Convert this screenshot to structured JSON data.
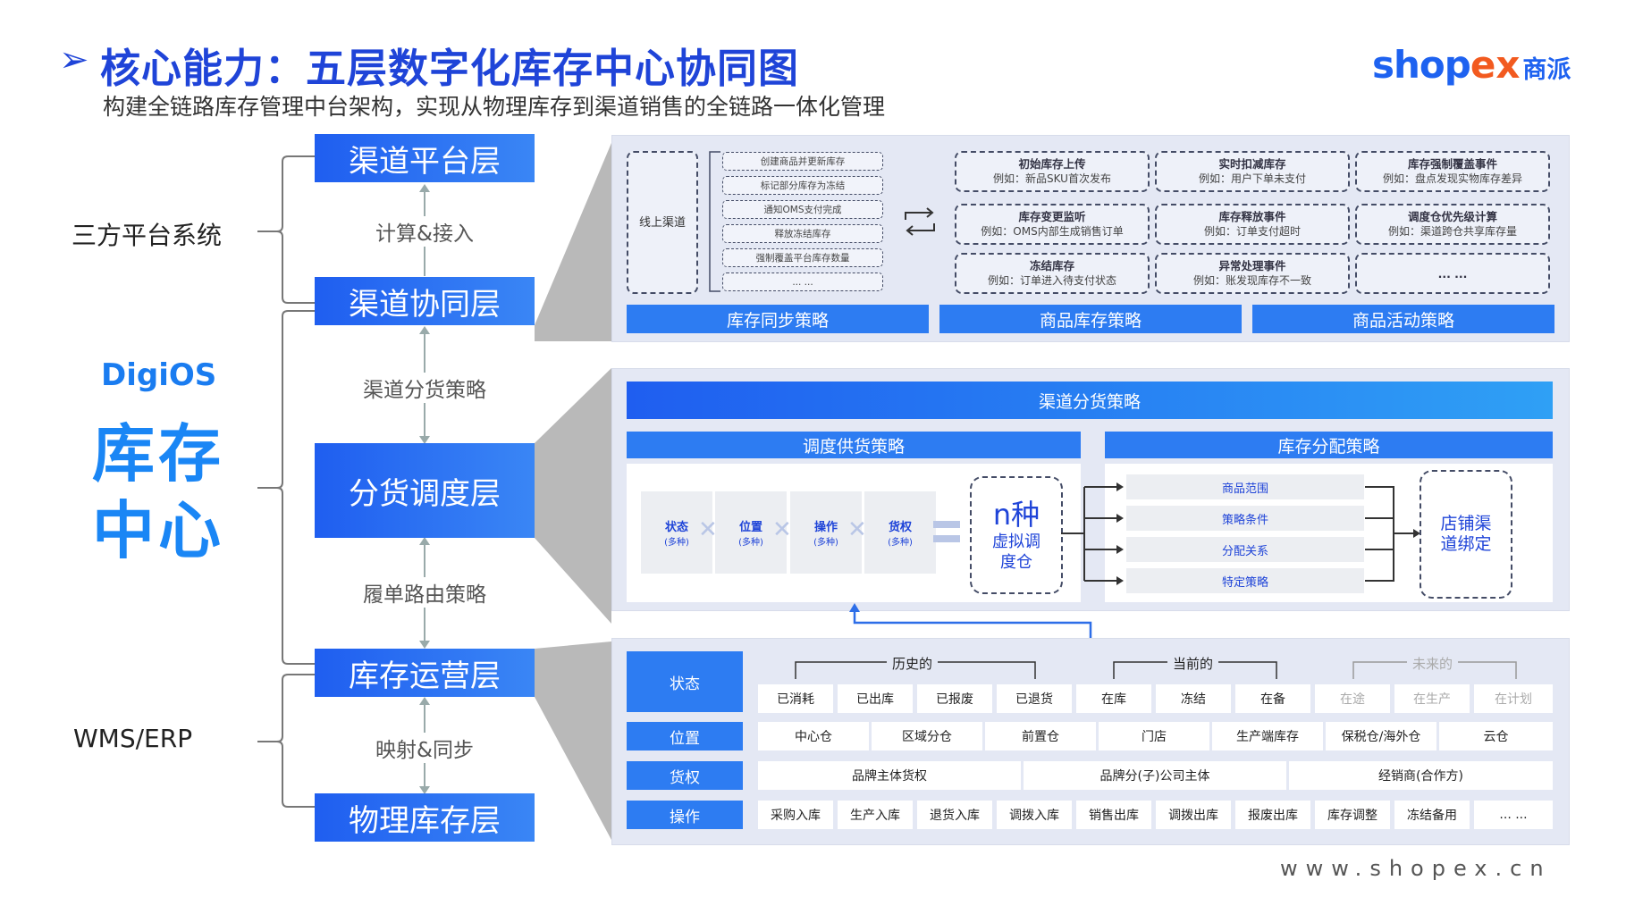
{
  "header": {
    "title": "核心能力：五层数字化库存中心协同图",
    "subtitle": "构建全链路库存管理中台架构，实现从物理库存到渠道销售的全链路一体化管理",
    "logo": {
      "part1": "shop",
      "part2": "ex",
      "part3": "商派"
    }
  },
  "left": {
    "top_label": "三方平台系统",
    "bottom_label": "WMS/ERP",
    "brand": "DigiOS",
    "center_title_line1": "库存",
    "center_title_line2": "中心"
  },
  "layers": {
    "l1": "渠道平台层",
    "l2": "渠道协同层",
    "l3": "分货调度层",
    "l4": "库存运营层",
    "l5": "物理库存层"
  },
  "connectors": {
    "c1": "计算&接入",
    "c2": "渠道分货策略",
    "c3": "履单路由策略",
    "c4": "映射&同步"
  },
  "panel1": {
    "online_channel": "线上渠道",
    "actions": [
      "创建商品并更新库存",
      "标记部分库存为冻结",
      "通知OMS支付完成",
      "释放冻结库存",
      "强制覆盖平台库存数量",
      "... ..."
    ],
    "events": [
      {
        "title": "初始库存上传",
        "sub": "例如：新品SKU首次发布"
      },
      {
        "title": "实时扣减库存",
        "sub": "例如：用户下单未支付"
      },
      {
        "title": "库存强制覆盖事件",
        "sub": "例如：盘点发现实物库存差异"
      },
      {
        "title": "库存变更监听",
        "sub": "例如：OMS内部生成销售订单"
      },
      {
        "title": "库存释放事件",
        "sub": "例如：订单支付超时"
      },
      {
        "title": "调度仓优先级计算",
        "sub": "例如：渠道跨仓共享库存量"
      },
      {
        "title": "冻结库存",
        "sub": "例如：订单进入待支付状态"
      },
      {
        "title": "异常处理事件",
        "sub": "例如：账发现库存不一致"
      },
      {
        "title": "... ...",
        "sub": ""
      }
    ],
    "bars": [
      "库存同步策略",
      "商品库存策略",
      "商品活动策略"
    ]
  },
  "panel2": {
    "top_bar": "渠道分货策略",
    "left_bar": "调度供货策略",
    "right_bar": "库存分配策略",
    "factors": [
      {
        "name": "状态",
        "sub": "(多种)"
      },
      {
        "name": "位置",
        "sub": "(多种)"
      },
      {
        "name": "操作",
        "sub": "(多种)"
      },
      {
        "name": "货权",
        "sub": "(多种)"
      }
    ],
    "virtual_title": "n种",
    "virtual_sub": "虚拟调度仓",
    "pills": [
      "商品范围",
      "策略条件",
      "分配关系",
      "特定策略"
    ],
    "store_binding": "店铺渠道绑定"
  },
  "panel3": {
    "rows": {
      "state": "状态",
      "location": "位置",
      "ownership": "货权",
      "operation": "操作"
    },
    "groups": {
      "history": "历史的",
      "current": "当前的",
      "future": "未来的"
    },
    "state_cells": [
      "已消耗",
      "已出库",
      "已报废",
      "已退货",
      "在库",
      "冻结",
      "在备",
      "在途",
      "在生产",
      "在计划"
    ],
    "location_cells": [
      "中心仓",
      "区域分仓",
      "前置仓",
      "门店",
      "生产端库存",
      "保税仓/海外仓",
      "云仓"
    ],
    "ownership_cells": [
      "品牌主体货权",
      "品牌分(子)公司主体",
      "经销商(合作方)"
    ],
    "operation_cells": [
      "采购入库",
      "生产入库",
      "退货入库",
      "调拨入库",
      "销售出库",
      "调拨出库",
      "报废出库",
      "库存调整",
      "冻结备用",
      "... ..."
    ]
  },
  "footer": {
    "url": "www.shopex.cn"
  },
  "colors": {
    "primary": "#1f44d8",
    "accent": "#2d7cf2",
    "logo_orange": "#f25a1f",
    "panel_bg": "#e4e8f4"
  }
}
